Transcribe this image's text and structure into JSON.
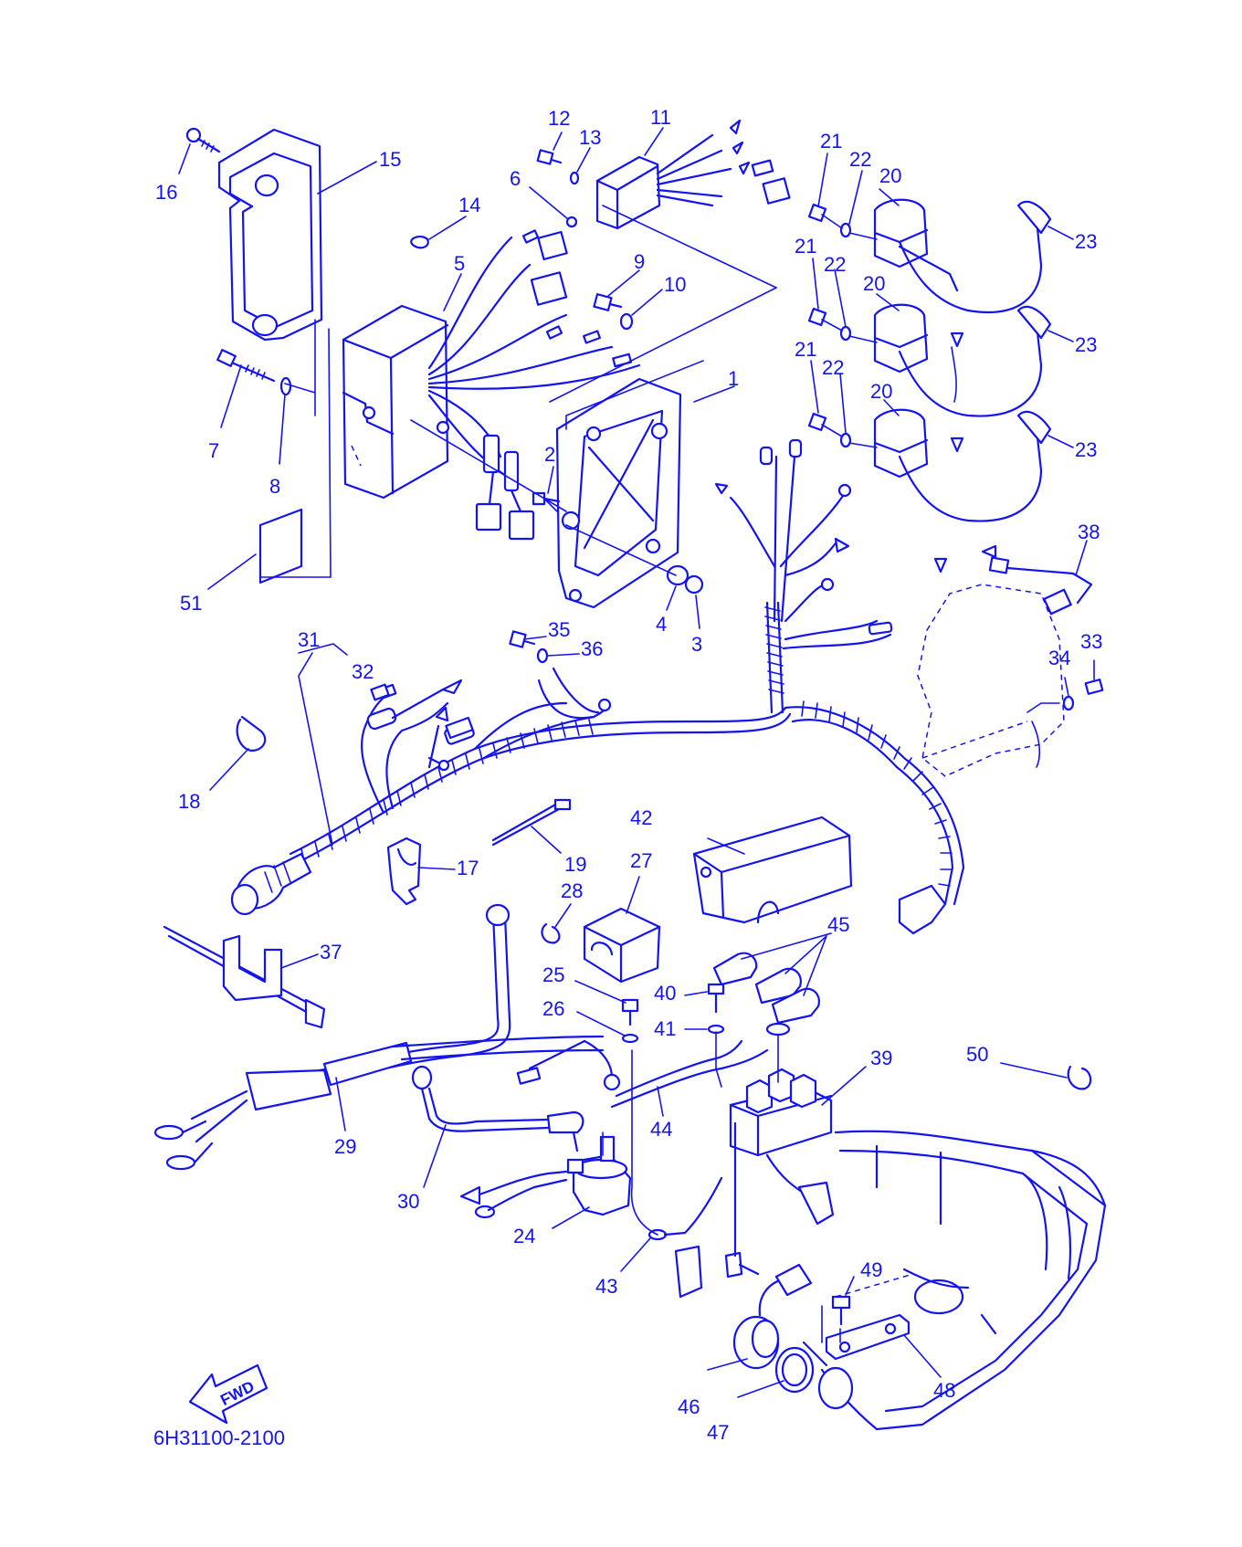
{
  "colors": {
    "line": "#1414ee",
    "background": "#ffffff"
  },
  "diagram_code": "6H31100-2100",
  "fwd_label": "FWD",
  "fwd_icon": "fwd-arrow-icon",
  "callouts": [
    "1",
    "2",
    "3",
    "4",
    "5",
    "6",
    "7",
    "8",
    "9",
    "10",
    "11",
    "12",
    "13",
    "14",
    "15",
    "16",
    "17",
    "18",
    "19",
    "20",
    "20",
    "20",
    "21",
    "21",
    "21",
    "22",
    "22",
    "22",
    "23",
    "23",
    "23",
    "24",
    "25",
    "26",
    "27",
    "28",
    "29",
    "30",
    "31",
    "32",
    "33",
    "34",
    "35",
    "36",
    "37",
    "38",
    "39",
    "40",
    "41",
    "42",
    "43",
    "44",
    "45",
    "46",
    "47",
    "48",
    "49",
    "50",
    "51"
  ]
}
